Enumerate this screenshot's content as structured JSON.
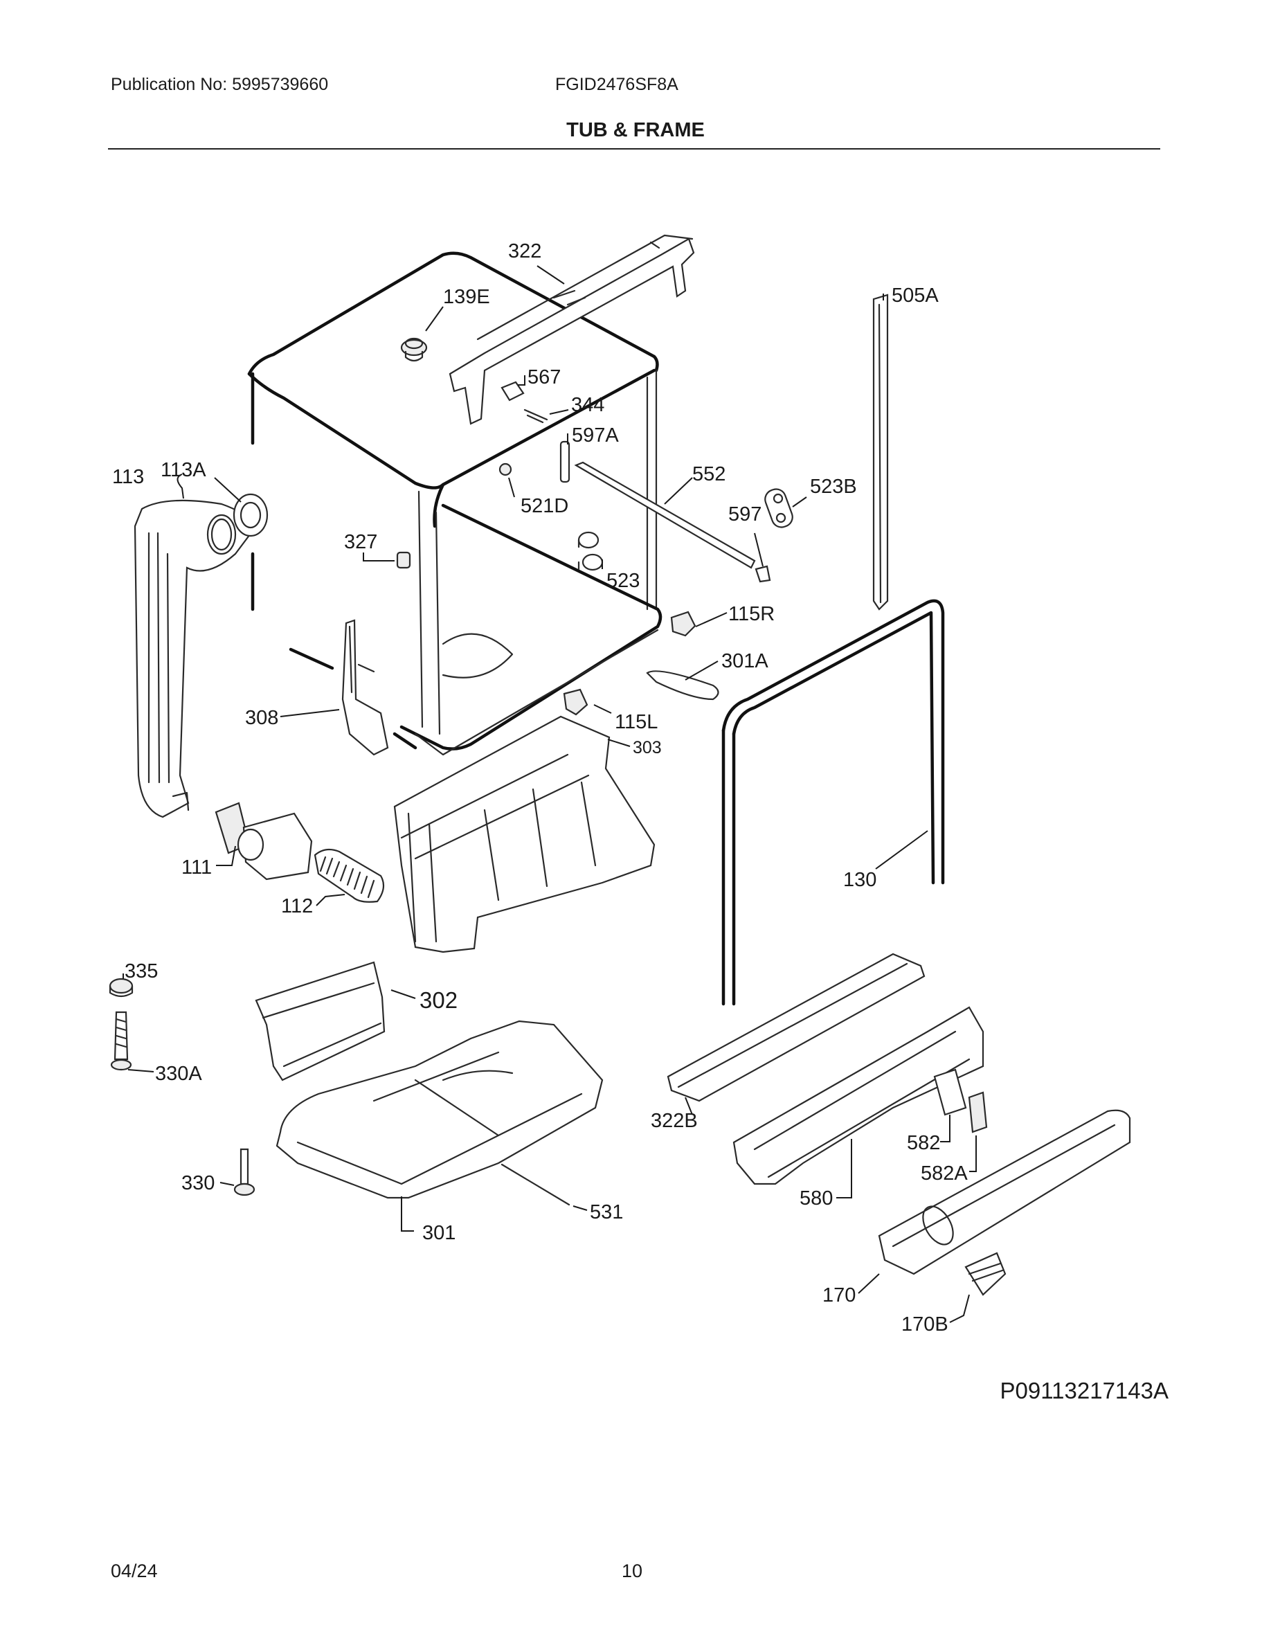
{
  "header": {
    "publication": "Publication No: 5995739660",
    "model": "FGID2476SF8A",
    "title": "TUB & FRAME"
  },
  "labels": {
    "p322": "322",
    "p139E": "139E",
    "p505A": "505A",
    "p567": "567",
    "p344": "344",
    "p597A": "597A",
    "p113": "113",
    "p113A": "113A",
    "p552": "552",
    "p523B": "523B",
    "p521D": "521D",
    "p597": "597",
    "p327": "327",
    "p523": "523",
    "p115R": "115R",
    "p301A": "301A",
    "p308": "308",
    "p115L": "115L",
    "p303": "303",
    "p111": "111",
    "p130": "130",
    "p112": "112",
    "p335": "335",
    "p302": "302",
    "p330A": "330A",
    "p322B": "322B",
    "p582": "582",
    "p330": "330",
    "p582A": "582A",
    "p580": "580",
    "p531": "531",
    "p301": "301",
    "p170": "170",
    "p170B": "170B"
  },
  "figure_id": "P09113217143A",
  "footer": {
    "date": "04/24",
    "page": "10"
  }
}
